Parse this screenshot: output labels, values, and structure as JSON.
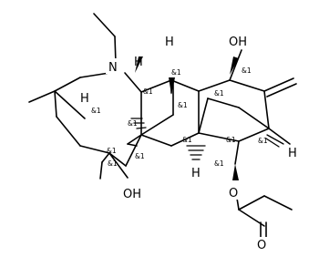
{
  "molecule": {
    "atoms": {
      "n1": "N",
      "oh_top": "OH",
      "oh_bottom": "OH",
      "o_ester": "O",
      "o_carbonyl": "O",
      "h_top": "H",
      "h_n": "H",
      "h_left": "H",
      "h_right": "H",
      "h_mid": "H"
    },
    "stereo_label": "&1"
  }
}
